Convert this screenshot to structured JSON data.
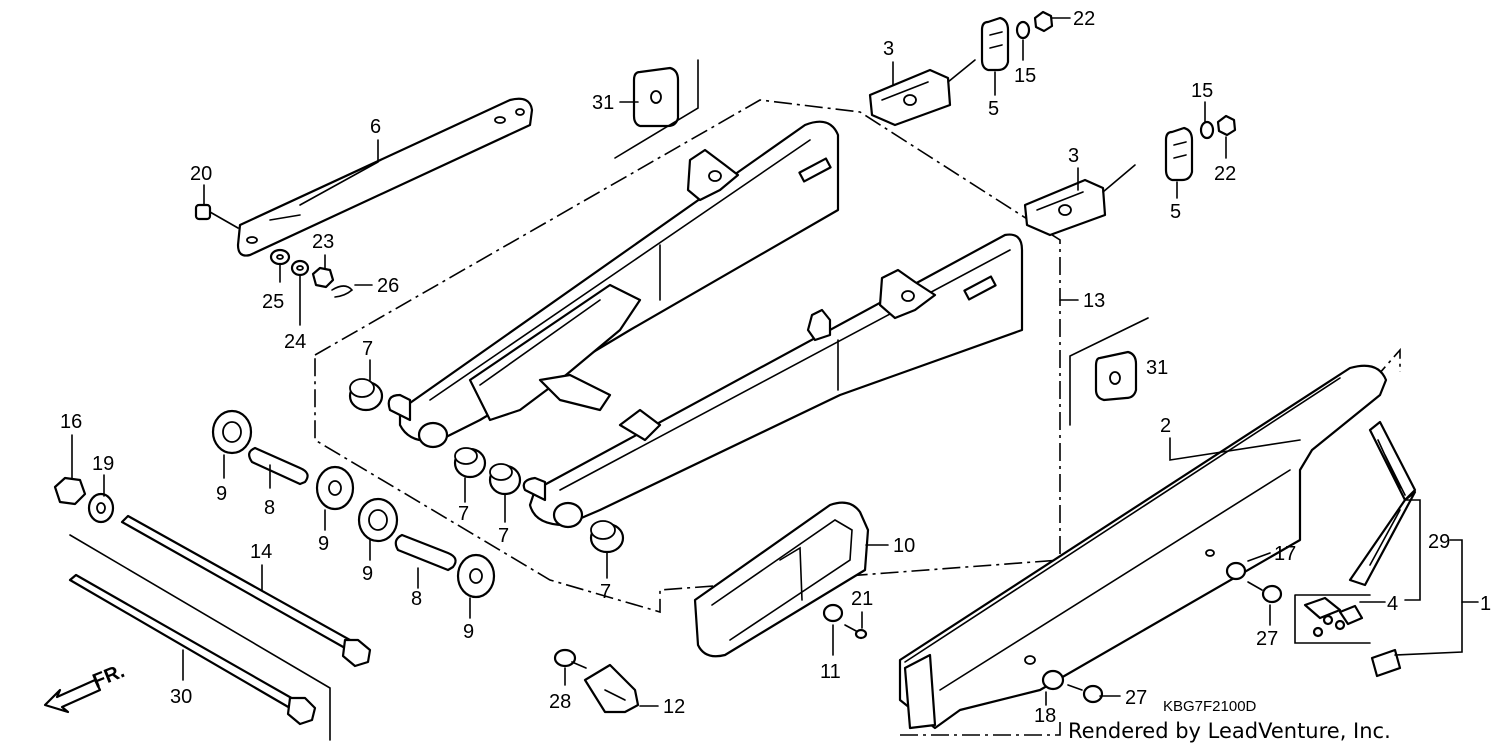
{
  "diagram_code": "KBG7F2100D",
  "credit": "Rendered by LeadVenture, Inc.",
  "direction_label": "FR.",
  "icons": {
    "front_arrow": "arrow-down-left-icon"
  },
  "callouts": {
    "c1": "1",
    "c2": "2",
    "c3a": "3",
    "c3b": "3",
    "c4": "4",
    "c5a": "5",
    "c5b": "5",
    "c6": "6",
    "c7a": "7",
    "c7b": "7",
    "c7c": "7",
    "c7d": "7",
    "c8a": "8",
    "c8b": "8",
    "c9a": "9",
    "c9b": "9",
    "c9c": "9",
    "c9d": "9",
    "c10": "10",
    "c11": "11",
    "c12": "12",
    "c13": "13",
    "c14": "14",
    "c15a": "15",
    "c15b": "15",
    "c16": "16",
    "c17": "17",
    "c18": "18",
    "c19": "19",
    "c20": "20",
    "c21": "21",
    "c22a": "22",
    "c22b": "22",
    "c23": "23",
    "c24": "24",
    "c25": "25",
    "c26": "26",
    "c27a": "27",
    "c27b": "27",
    "c28": "28",
    "c29": "29",
    "c30": "30",
    "c31a": "31",
    "c31b": "31"
  }
}
